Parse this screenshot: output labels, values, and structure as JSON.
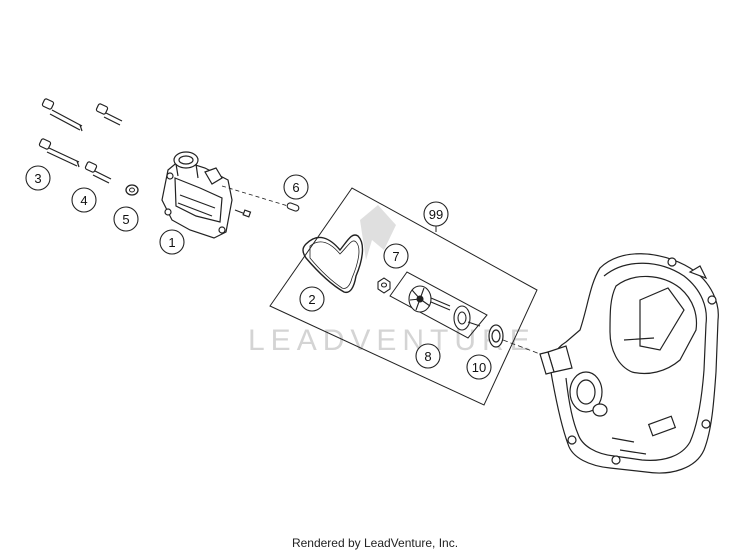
{
  "callouts": [
    {
      "id": "1",
      "label": "1"
    },
    {
      "id": "2",
      "label": "2"
    },
    {
      "id": "3",
      "label": "3"
    },
    {
      "id": "4",
      "label": "4"
    },
    {
      "id": "5",
      "label": "5"
    },
    {
      "id": "6",
      "label": "6"
    },
    {
      "id": "7",
      "label": "7"
    },
    {
      "id": "8",
      "label": "8"
    },
    {
      "id": "10",
      "label": "10"
    },
    {
      "id": "99",
      "label": "99"
    }
  ],
  "watermark": "LEADVENTURE",
  "footer": "Rendered by LeadVenture, Inc.",
  "colors": {
    "line": "#222222",
    "watermark": "#d4d4d4",
    "background": "#ffffff"
  }
}
